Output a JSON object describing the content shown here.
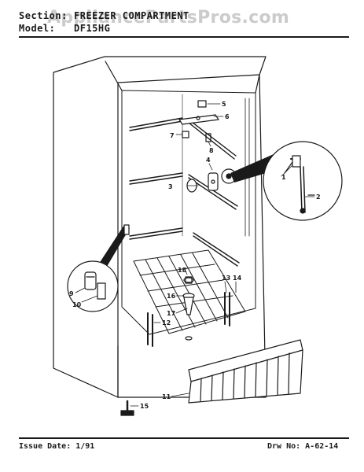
{
  "header": {
    "section_label": "Section:",
    "section_value": "FREEZER COMPARTMENT",
    "model_label": "Model:",
    "model_value": "DF15HG",
    "watermark": "AppliancePartsPros.com"
  },
  "footer": {
    "issue": "Issue Date: 1/91",
    "drawing": "Drw No: A-62-14"
  },
  "callouts": [
    "1",
    "2",
    "3",
    "4",
    "5",
    "6",
    "7",
    "8",
    "9",
    "10",
    "11",
    "12",
    "13",
    "14",
    "15",
    "16",
    "17",
    "18"
  ],
  "colors": {
    "ink": "#1a1a1a",
    "paper": "#ffffff"
  }
}
